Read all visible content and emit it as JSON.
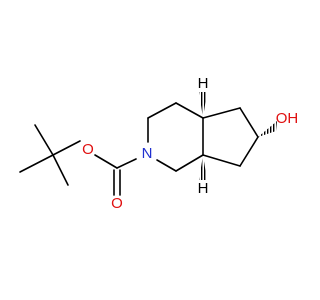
{
  "molecule": {
    "atoms": {
      "o_ether": {
        "symbol": "O",
        "color": "#e01010"
      },
      "o_carbonyl": {
        "symbol": "O",
        "color": "#e01010"
      },
      "n_ring": {
        "symbol": "N",
        "color": "#2030d0"
      },
      "h_top": {
        "symbol": "H",
        "color": "#000000"
      },
      "h_bottom": {
        "symbol": "H",
        "color": "#000000"
      },
      "oh": {
        "symbol": "OH",
        "color": "#e01010"
      }
    },
    "bond_color": "#000000"
  }
}
